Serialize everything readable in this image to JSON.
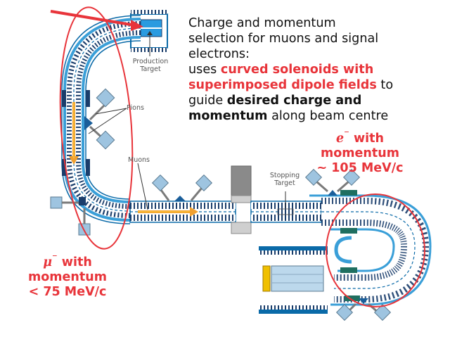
{
  "description": {
    "line1": "Charge and momentum",
    "line2": "selection for muons and signal",
    "line3": "electrons:",
    "line4_plain": "uses ",
    "line4_red": "curved solenoids with",
    "line5_red": "superimposed dipole fields",
    "line5_plain": " to",
    "line6_plain": "guide ",
    "line6_bold": "desired charge and",
    "line7_bold": "momentum",
    "line7_plain": " along beam centre"
  },
  "electron_label": {
    "symbol": "e",
    "charge": "⁻",
    "text1": " with",
    "text2": "momentum",
    "text3": "~ 105 MeV/c"
  },
  "muon_label": {
    "symbol": "μ",
    "charge": "⁻",
    "text1": " with",
    "text2": "momentum",
    "text3": "< 75 MeV/c"
  },
  "component_labels": {
    "production_target_1": "Production",
    "production_target_2": "Target",
    "pions": "Pions",
    "muons": "Muons",
    "stopping_target_1": "Stopping",
    "stopping_target_2": "Target"
  },
  "colors": {
    "highlight": "#e8343a",
    "beam_pipe": "#0a6aa8",
    "solenoid_blue": "#3a9fd8",
    "coil_stripe": "#1a3d6b",
    "magnet": "#9ec4e0",
    "arrow_orange": "#f0a030",
    "dark_green": "#1f6f60"
  }
}
